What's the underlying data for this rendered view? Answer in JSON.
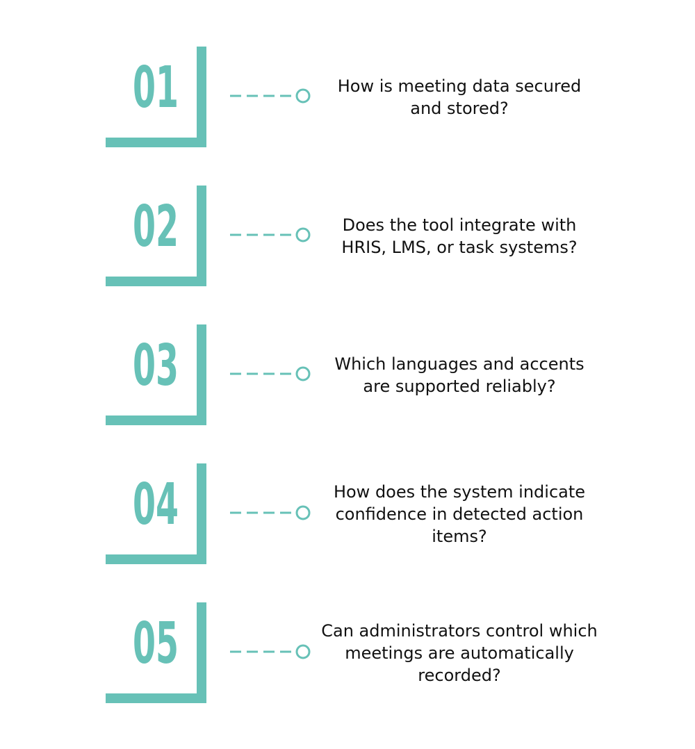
{
  "colors": {
    "accent": "#67c1b7",
    "text": "#111111",
    "background": "#ffffff"
  },
  "steps": [
    {
      "number": "01",
      "question": "How is meeting data secured and stored?"
    },
    {
      "number": "02",
      "question": "Does the tool integrate with HRIS, LMS, or task systems?"
    },
    {
      "number": "03",
      "question": "Which languages and accents are supported reliably?"
    },
    {
      "number": "04",
      "question": "How does the system indicate confidence in detected action items?"
    },
    {
      "number": "05",
      "question": "Can administrators control which meetings are automatically recorded?"
    }
  ]
}
